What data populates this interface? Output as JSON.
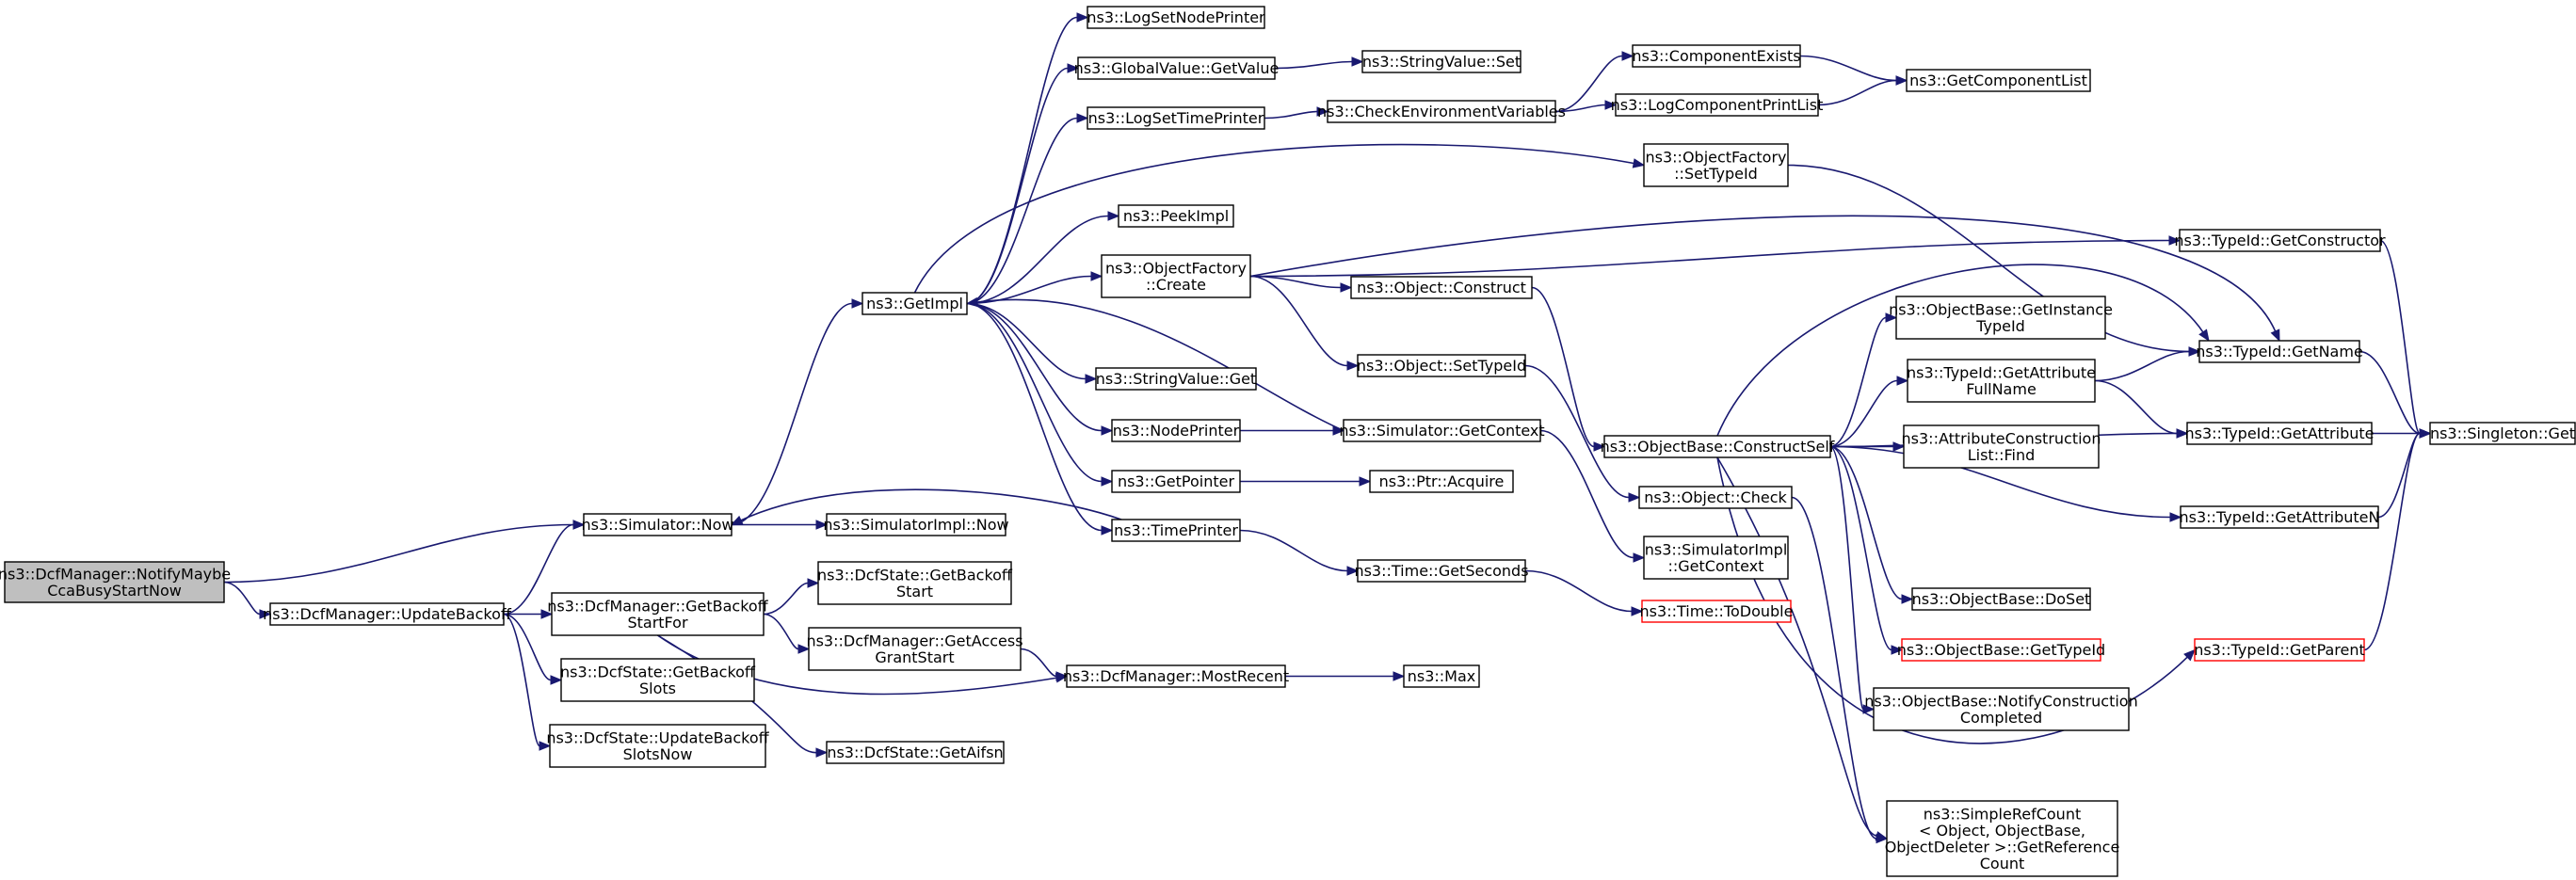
{
  "colors": {
    "edge": "#191970",
    "node_border": "#000000",
    "root_fill": "#bfbfbf",
    "missing_border": "#ff0000",
    "background": "#ffffff"
  },
  "nodes": [
    {
      "id": "notify",
      "lines": [
        "ns3::DcfManager::NotifyMaybe",
        "CcaBusyStartNow"
      ],
      "style": "root"
    },
    {
      "id": "now",
      "lines": [
        "ns3::Simulator::Now"
      ]
    },
    {
      "id": "updbk",
      "lines": [
        "ns3::DcfManager::UpdateBackoff"
      ]
    },
    {
      "id": "getimpl",
      "lines": [
        "ns3::GetImpl"
      ]
    },
    {
      "id": "simimplnow",
      "lines": [
        "ns3::SimulatorImpl::Now"
      ]
    },
    {
      "id": "getbkstart",
      "lines": [
        "ns3::DcfManager::GetBackoff",
        "StartFor"
      ]
    },
    {
      "id": "getbkslots",
      "lines": [
        "ns3::DcfState::GetBackoff",
        "Slots"
      ]
    },
    {
      "id": "updbkslots",
      "lines": [
        "ns3::DcfState::UpdateBackoff",
        "SlotsNow"
      ]
    },
    {
      "id": "logsetnode",
      "lines": [
        "ns3::LogSetNodePrinter"
      ]
    },
    {
      "id": "gvgetvalue",
      "lines": [
        "ns3::GlobalValue::GetValue"
      ]
    },
    {
      "id": "logsettime",
      "lines": [
        "ns3::LogSetTimePrinter"
      ]
    },
    {
      "id": "peekimpl",
      "lines": [
        "ns3::PeekImpl"
      ]
    },
    {
      "id": "ofcreate",
      "lines": [
        "ns3::ObjectFactory",
        "::Create"
      ]
    },
    {
      "id": "svget",
      "lines": [
        "ns3::StringValue::Get"
      ]
    },
    {
      "id": "nodeprinter",
      "lines": [
        "ns3::NodePrinter"
      ]
    },
    {
      "id": "getpointer",
      "lines": [
        "ns3::GetPointer"
      ]
    },
    {
      "id": "timeprinter",
      "lines": [
        "ns3::TimePrinter"
      ]
    },
    {
      "id": "dsgetbkstart",
      "lines": [
        "ns3::DcfState::GetBackoff",
        "Start"
      ]
    },
    {
      "id": "getaccess",
      "lines": [
        "ns3::DcfManager::GetAccess",
        "GrantStart"
      ]
    },
    {
      "id": "mostrecent",
      "lines": [
        "ns3::DcfManager::MostRecent"
      ]
    },
    {
      "id": "getaifsn",
      "lines": [
        "ns3::DcfState::GetAifsn"
      ]
    },
    {
      "id": "svset",
      "lines": [
        "ns3::StringValue::Set"
      ]
    },
    {
      "id": "checkenv",
      "lines": [
        "ns3::CheckEnvironmentVariables"
      ]
    },
    {
      "id": "objconstruct",
      "lines": [
        "ns3::Object::Construct"
      ]
    },
    {
      "id": "objsettypeid",
      "lines": [
        "ns3::Object::SetTypeId"
      ]
    },
    {
      "id": "simgetctx",
      "lines": [
        "ns3::Simulator::GetContext"
      ]
    },
    {
      "id": "ptracquire",
      "lines": [
        "ns3::Ptr::Acquire"
      ]
    },
    {
      "id": "timegetsec",
      "lines": [
        "ns3::Time::GetSeconds"
      ]
    },
    {
      "id": "max",
      "lines": [
        "ns3::Max"
      ]
    },
    {
      "id": "compexists",
      "lines": [
        "ns3::ComponentExists"
      ]
    },
    {
      "id": "logcompprint",
      "lines": [
        "ns3::LogComponentPrintList"
      ]
    },
    {
      "id": "ofsettypeid",
      "lines": [
        "ns3::ObjectFactory",
        "::SetTypeId"
      ]
    },
    {
      "id": "obconstructself",
      "lines": [
        "ns3::ObjectBase::ConstructSelf"
      ]
    },
    {
      "id": "objcheck",
      "lines": [
        "ns3::Object::Check"
      ]
    },
    {
      "id": "simimplgetctx",
      "lines": [
        "ns3::SimulatorImpl",
        "::GetContext"
      ]
    },
    {
      "id": "timetodouble",
      "lines": [
        "ns3::Time::ToDouble"
      ],
      "style": "red"
    },
    {
      "id": "getcomplist",
      "lines": [
        "ns3::GetComponentList"
      ]
    },
    {
      "id": "obgetinst",
      "lines": [
        "ns3::ObjectBase::GetInstance",
        "TypeId"
      ]
    },
    {
      "id": "tidgetattrfull",
      "lines": [
        "ns3::TypeId::GetAttribute",
        "FullName"
      ]
    },
    {
      "id": "acfind",
      "lines": [
        "ns3::AttributeConstruction",
        "List::Find"
      ]
    },
    {
      "id": "obdoset",
      "lines": [
        "ns3::ObjectBase::DoSet"
      ]
    },
    {
      "id": "obgettypeid",
      "lines": [
        "ns3::ObjectBase::GetTypeId"
      ],
      "style": "red"
    },
    {
      "id": "obnotify",
      "lines": [
        "ns3::ObjectBase::NotifyConstruction",
        "Completed"
      ]
    },
    {
      "id": "srcgetref",
      "lines": [
        "ns3::SimpleRefCount",
        "< Object, ObjectBase,",
        "ObjectDeleter >::GetReference",
        "Count"
      ]
    },
    {
      "id": "tidgetctor",
      "lines": [
        "ns3::TypeId::GetConstructor"
      ]
    },
    {
      "id": "tidgetname",
      "lines": [
        "ns3::TypeId::GetName"
      ]
    },
    {
      "id": "tidgetattr",
      "lines": [
        "ns3::TypeId::GetAttribute"
      ]
    },
    {
      "id": "tidgetattrn",
      "lines": [
        "ns3::TypeId::GetAttributeN"
      ]
    },
    {
      "id": "tidgetparent",
      "lines": [
        "ns3::TypeId::GetParent"
      ],
      "style": "red"
    },
    {
      "id": "singletonget",
      "lines": [
        "ns3::Singleton::Get"
      ]
    }
  ],
  "edges": [
    [
      "notify",
      "now"
    ],
    [
      "notify",
      "updbk"
    ],
    [
      "updbk",
      "now"
    ],
    [
      "updbk",
      "getbkstart"
    ],
    [
      "updbk",
      "getbkslots"
    ],
    [
      "updbk",
      "updbkslots"
    ],
    [
      "now",
      "getimpl"
    ],
    [
      "now",
      "simimplnow"
    ],
    [
      "getimpl",
      "logsetnode"
    ],
    [
      "getimpl",
      "gvgetvalue"
    ],
    [
      "getimpl",
      "logsettime"
    ],
    [
      "getimpl",
      "ofsettypeid"
    ],
    [
      "getimpl",
      "peekimpl"
    ],
    [
      "getimpl",
      "ofcreate"
    ],
    [
      "getimpl",
      "svget"
    ],
    [
      "getimpl",
      "nodeprinter"
    ],
    [
      "getimpl",
      "getpointer"
    ],
    [
      "getimpl",
      "timeprinter"
    ],
    [
      "gvgetvalue",
      "svset"
    ],
    [
      "logsettime",
      "checkenv"
    ],
    [
      "checkenv",
      "compexists"
    ],
    [
      "checkenv",
      "logcompprint"
    ],
    [
      "compexists",
      "getcomplist"
    ],
    [
      "logcompprint",
      "getcomplist"
    ],
    [
      "ofsettypeid",
      "tidgetname"
    ],
    [
      "ofcreate",
      "tidgetctor"
    ],
    [
      "ofcreate",
      "tidgetname"
    ],
    [
      "ofcreate",
      "objconstruct"
    ],
    [
      "ofcreate",
      "objsettypeid"
    ],
    [
      "objconstruct",
      "obconstructself"
    ],
    [
      "objsettypeid",
      "objcheck"
    ],
    [
      "nodeprinter",
      "simgetctx"
    ],
    [
      "simgetctx",
      "getimpl"
    ],
    [
      "simgetctx",
      "simimplgetctx"
    ],
    [
      "getpointer",
      "ptracquire"
    ],
    [
      "timeprinter",
      "now"
    ],
    [
      "timeprinter",
      "timegetsec"
    ],
    [
      "timegetsec",
      "timetodouble"
    ],
    [
      "getbkstart",
      "dsgetbkstart"
    ],
    [
      "getbkstart",
      "getaccess"
    ],
    [
      "getbkstart",
      "mostrecent"
    ],
    [
      "getbkstart",
      "getaifsn"
    ],
    [
      "getaccess",
      "mostrecent"
    ],
    [
      "mostrecent",
      "max"
    ],
    [
      "obconstructself",
      "obgetinst"
    ],
    [
      "obconstructself",
      "tidgetattrfull"
    ],
    [
      "obconstructself",
      "acfind"
    ],
    [
      "obconstructself",
      "tidgetattr"
    ],
    [
      "obconstructself",
      "tidgetattrn"
    ],
    [
      "obconstructself",
      "obdoset"
    ],
    [
      "obconstructself",
      "obgettypeid"
    ],
    [
      "obconstructself",
      "obnotify"
    ],
    [
      "obconstructself",
      "srcgetref"
    ],
    [
      "obconstructself",
      "tidgetparent"
    ],
    [
      "obconstructself",
      "tidgetname"
    ],
    [
      "objcheck",
      "srcgetref"
    ],
    [
      "tidgetattrfull",
      "tidgetname"
    ],
    [
      "tidgetattrfull",
      "tidgetattr"
    ],
    [
      "tidgetctor",
      "singletonget"
    ],
    [
      "tidgetname",
      "singletonget"
    ],
    [
      "tidgetattr",
      "singletonget"
    ],
    [
      "tidgetattrn",
      "singletonget"
    ],
    [
      "tidgetparent",
      "singletonget"
    ]
  ]
}
